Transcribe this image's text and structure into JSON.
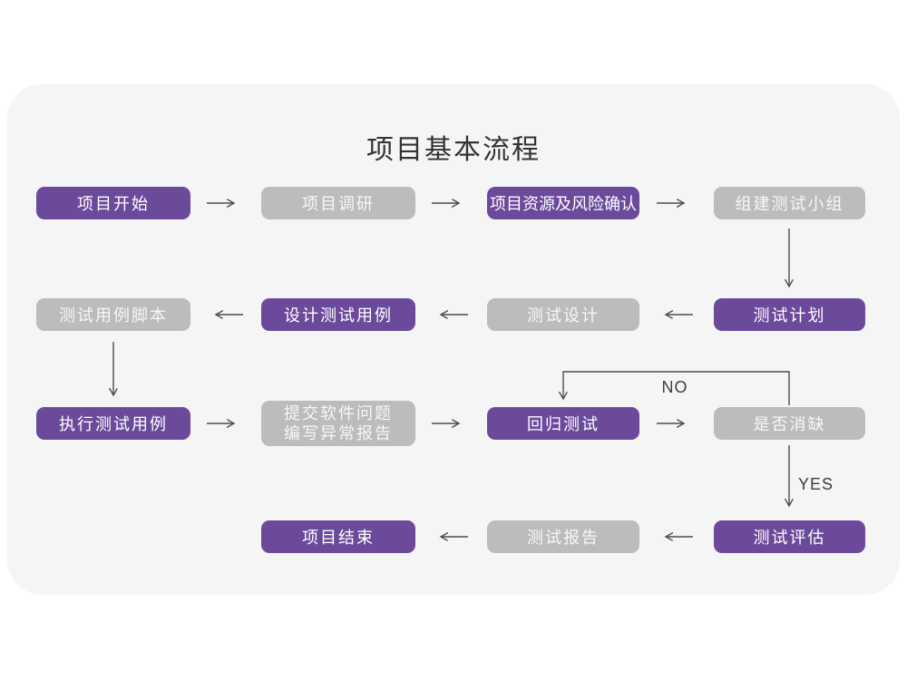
{
  "title": "项目基本流程",
  "colors": {
    "purple": "#6b4a9b",
    "gray": "#bcbcbc",
    "card_bg": "#f5f5f6",
    "line": "#4d4d4d"
  },
  "nodes": {
    "project_start": {
      "label": "项目开始",
      "color": "purple"
    },
    "project_research": {
      "label": "项目调研",
      "color": "gray"
    },
    "resources_risk": {
      "label": "项目资源及风险确认",
      "color": "purple"
    },
    "build_test_team": {
      "label": "组建测试小组",
      "color": "gray"
    },
    "test_plan": {
      "label": "测试计划",
      "color": "purple"
    },
    "test_design": {
      "label": "测试设计",
      "color": "gray"
    },
    "design_test_cases": {
      "label": "设计测试用例",
      "color": "purple"
    },
    "test_case_scripts": {
      "label": "测试用例脚本",
      "color": "gray"
    },
    "execute_test_cases": {
      "label": "执行测试用例",
      "color": "purple"
    },
    "submit_issue_report": {
      "line1": "提交软件问题",
      "line2": "编写异常报告",
      "color": "gray"
    },
    "regression_test": {
      "label": "回归测试",
      "color": "purple"
    },
    "defect_cleared": {
      "label": "是否消缺",
      "color": "gray"
    },
    "test_evaluation": {
      "label": "测试评估",
      "color": "purple"
    },
    "test_report": {
      "label": "测试报告",
      "color": "gray"
    },
    "project_end": {
      "label": "项目结束",
      "color": "purple"
    }
  },
  "decision": {
    "no_label": "NO",
    "yes_label": "YES"
  },
  "edges": [
    {
      "from": "项目开始",
      "to": "项目调研"
    },
    {
      "from": "项目调研",
      "to": "项目资源及风险确认"
    },
    {
      "from": "项目资源及风险确认",
      "to": "组建测试小组"
    },
    {
      "from": "组建测试小组",
      "to": "测试计划"
    },
    {
      "from": "测试计划",
      "to": "测试设计"
    },
    {
      "from": "测试设计",
      "to": "设计测试用例"
    },
    {
      "from": "设计测试用例",
      "to": "测试用例脚本"
    },
    {
      "from": "测试用例脚本",
      "to": "执行测试用例"
    },
    {
      "from": "执行测试用例",
      "to": "提交软件问题 编写异常报告"
    },
    {
      "from": "提交软件问题 编写异常报告",
      "to": "回归测试"
    },
    {
      "from": "回归测试",
      "to": "是否消缺"
    },
    {
      "from": "是否消缺",
      "to": "回归测试",
      "label": "NO"
    },
    {
      "from": "是否消缺",
      "to": "测试评估",
      "label": "YES"
    },
    {
      "from": "测试评估",
      "to": "测试报告"
    },
    {
      "from": "测试报告",
      "to": "项目结束"
    }
  ]
}
